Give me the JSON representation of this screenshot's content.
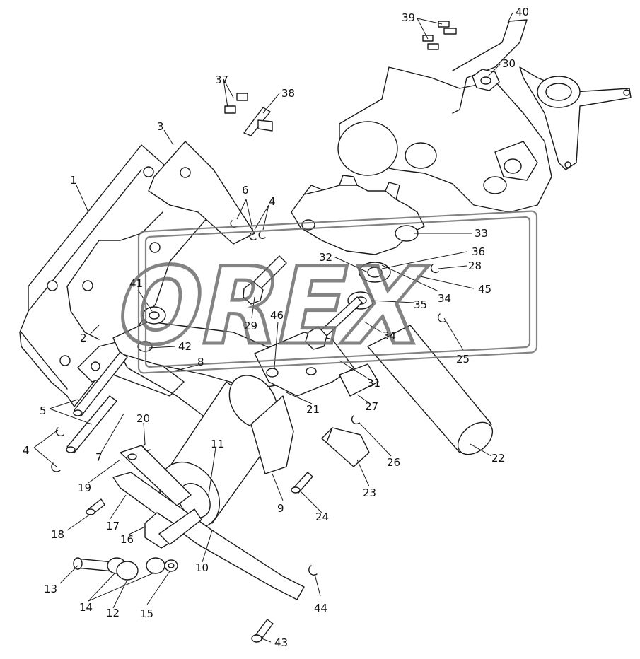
{
  "diagram": {
    "labels": [
      "1",
      "2",
      "3",
      "4",
      "4",
      "5",
      "6",
      "7",
      "8",
      "9",
      "10",
      "11",
      "12",
      "13",
      "14",
      "15",
      "16",
      "17",
      "18",
      "19",
      "20",
      "21",
      "22",
      "23",
      "24",
      "25",
      "26",
      "27",
      "28",
      "29",
      "30",
      "31",
      "32",
      "33",
      "34",
      "34",
      "35",
      "36",
      "37",
      "38",
      "39",
      "40",
      "41",
      "42",
      "43",
      "44",
      "45",
      "46"
    ],
    "watermark_text": "OREX"
  }
}
